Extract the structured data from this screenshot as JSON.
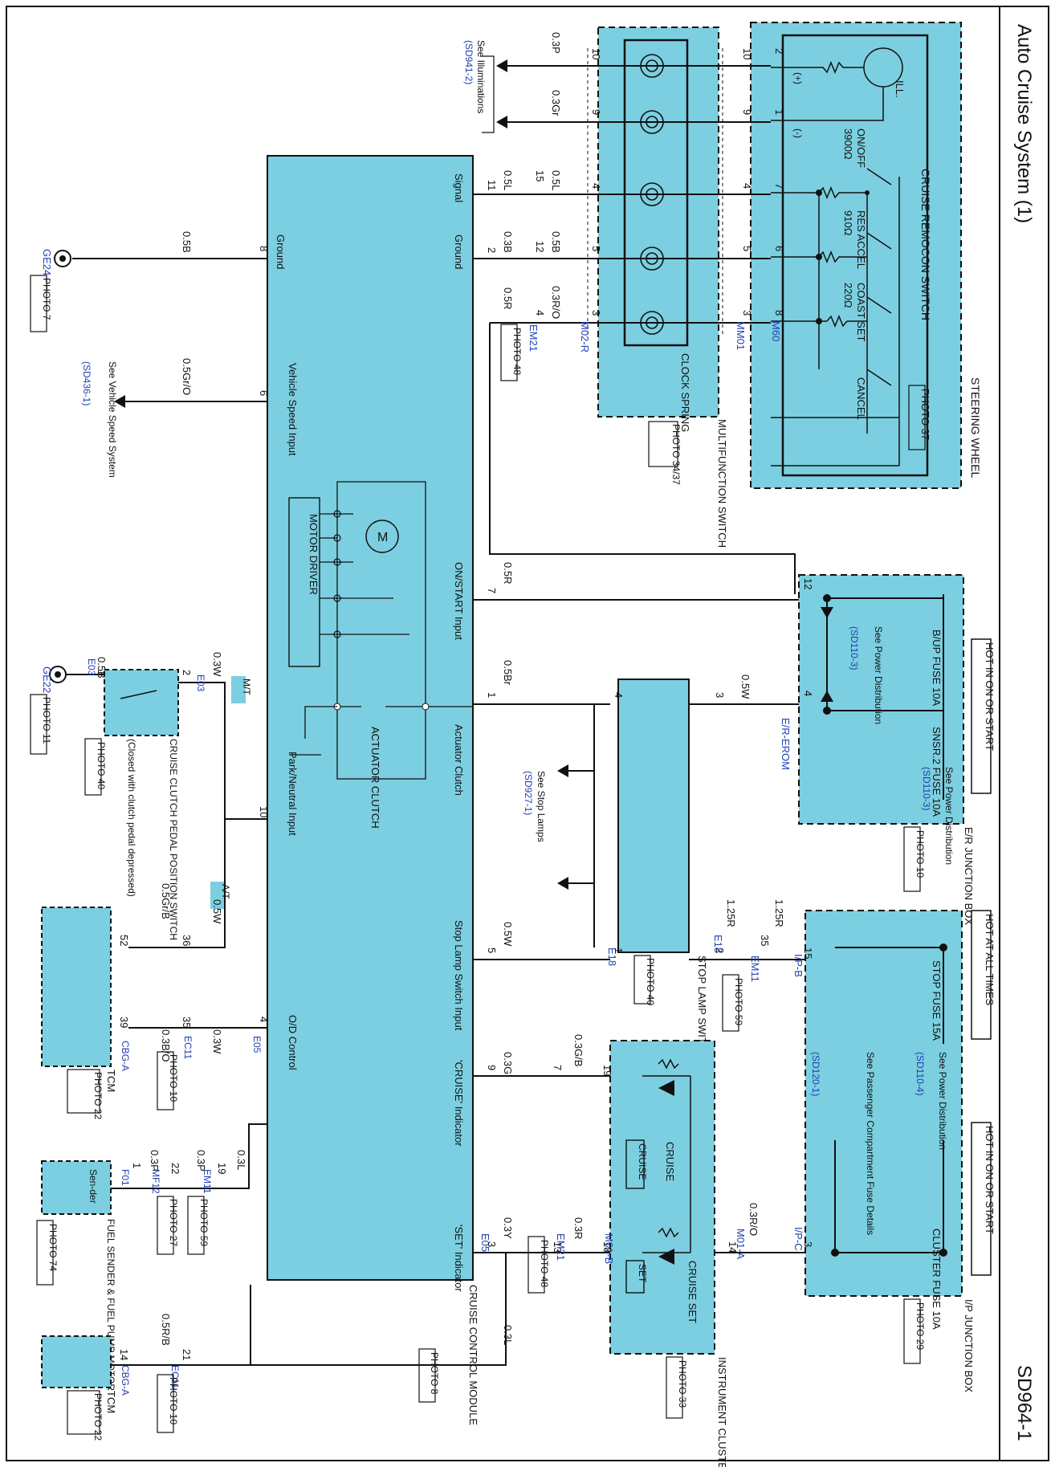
{
  "title": "Auto Cruise System (1)",
  "sheet_code": "SD964-1",
  "header": {
    "hot_on_or_start_a": "HOT IN ON OR START",
    "hot_at_all_times": "HOT AT ALL TIMES",
    "hot_on_or_start_b": "HOT IN ON OR START"
  },
  "modules": {
    "steering_wheel": "STEERING WHEEL",
    "remocon_switch": "CRUISE REMOCON SWITCH",
    "remocon_photo": "PHOTO 37",
    "multifunction_switch": "MULTIFUNCTION SWITCH",
    "multifunction_photo": "PHOTO 34/37",
    "clock_spring": "CLOCK SPRING",
    "er_junction_box": "E/R JUNCTION BOX",
    "er_junction_photo": "PHOTO 10",
    "ip_junction_box": "I/P JUNCTION BOX",
    "ip_junction_photo": "PHOTO 29",
    "instrument_cluster": "INSTRUMENT CLUSTER",
    "instrument_photo": "PHOTO 33",
    "stop_lamp_switch": "STOP LAMP SWITCH",
    "stop_lamp_photo": "PHOTO 40",
    "cruise_control_module": "CRUISE CONTROL MODULE",
    "ccm_photo": "PHOTO 8",
    "clutch_switch": "CRUISE CLUTCH PEDAL POSITION SWITCH",
    "clutch_switch_note": "(Closed with clutch pedal depressed)",
    "clutch_photo": "PHOTO 40",
    "tcm": "TCM",
    "tcm_photo": "PHOTO 22",
    "fuel_sender": "FUEL SENDER & FUEL PUMP MOTOR",
    "fuel_photo": "PHOTO 74",
    "sender": "Sen-der",
    "motor_driver": "MOTOR DRIVER",
    "actuator_clutch": "ACTUATOR CLUTCH",
    "motor": "M"
  },
  "switch_labels": {
    "ill": "ILL.",
    "plus": "(+)",
    "minus": "(-)",
    "on_off": "ON/OFF",
    "r_on_off": "3900Ω",
    "res_accel": "RES ACCEL",
    "r_res": "910Ω",
    "coast_set": "COAST SET",
    "r_coast": "220Ω",
    "cancel": "CANCEL"
  },
  "fuses": {
    "bup": "B/UP FUSE 10A",
    "snsr2": "SNSR.2 FUSE 10A",
    "stop": "STOP FUSE 15A",
    "cluster": "CLUSTER FUSE 10A"
  },
  "references": {
    "power_dist_sd1103a": "See Power Distribution",
    "sd1103a": "(SD110-3)",
    "power_dist_sd1103b": "See Power Distribution",
    "sd1103b": "(SD110-3)",
    "power_dist_sd1104": "See Power Distribution",
    "sd1104": "(SD110-4)",
    "pass_comp": "See Passenger Compartment Fuse Details",
    "sd1201": "(SD120-1)",
    "illuminations": "See Illuminations",
    "sd9412": "(SD941-2)",
    "vehicle_speed": "See Vehicle Speed System",
    "sd4361": "(SD436-1)",
    "stop_lamps": "See Stop Lamps",
    "sd9271": "(SD927-1)"
  },
  "ccm_pins": {
    "signal": "Signal",
    "ground_a": "Ground",
    "ground_b": "Ground",
    "vehicle_speed_input": "Vehicle Speed Input",
    "on_start_input": "ON/START Input",
    "actuator_clutch": "Actuator Clutch",
    "park_neutral": "Park/Neutral Input",
    "stop_lamp_input": "Stop Lamp Switch Input",
    "od_control": "O/D Control",
    "cruise_indicator": "'CRUISE' Indicator",
    "set_indicator": "'SET' Indicator"
  },
  "connectors": {
    "m60": "M60",
    "mm01": "MM01",
    "m02r": "M02-R",
    "em21a": "EM21",
    "em21a_photo": "PHOTO 48",
    "er_erom": "E/R-EROM",
    "e18a": "E18",
    "e18b": "E18",
    "em11a": "EM11",
    "em11a_photo": "PHOTO 59",
    "ipb": "I/P-B",
    "ipc": "I/P-C",
    "m01a": "M01-A",
    "m01b": "M01-B",
    "em21b": "EM21",
    "em21b_photo": "PHOTO 48",
    "e05a": "E05",
    "e05b": "E05",
    "e03a": "E03",
    "e03b": "E03",
    "ec11a": "EC11",
    "ec11a_photo": "PHOTO 10",
    "cbga": "CBG-A",
    "ec11b": "EC11",
    "ec11b_photo": "PHOTO 10",
    "cbgb": "CBG-A",
    "em11b": "EM11",
    "em11b_photo": "PHOTO 59",
    "mf12": "MF12",
    "mf12_photo": "PHOTO 27",
    "f01": "F01",
    "ge24": "GE24",
    "ge24_photo": "PHOTO 7",
    "ge22": "GE22",
    "ge22_photo": "PHOTO 11",
    "mt": "M/T",
    "at": "A/T"
  },
  "indicators": {
    "cruise_title": "CRUISE",
    "cruise_box": "CRUISE",
    "set_title": "CRUISE SET",
    "set_box": "SET"
  },
  "wires": {
    "w03p": "0.3P",
    "w03gr": "0.3Gr",
    "w05l_a": "0.5L",
    "w05l_b": "0.5L",
    "w05b_a": "0.5B",
    "w03b": "0.3B",
    "w05b_b": "0.5B",
    "w05r_a": "0.5R",
    "w03ro": "0.3R/O",
    "w05gro": "0.5Gr/O",
    "w05r_b": "0.5R",
    "w05br": "0.5Br",
    "w05w_a": "0.5W",
    "w03w_a": "0.3W",
    "w05b_c": "0.5B",
    "w05grb": "0.5Gr/B",
    "w05w_b": "0.5W",
    "w05w_c": "0.5W",
    "w125r_a": "1.25R",
    "w125r_b": "1.25R",
    "w03bo": "0.3B/O",
    "w03w_b": "0.3W",
    "w03g": "0.3G",
    "w03gb": "0.3G/B",
    "w03y": "0.3Y",
    "w03r": "0.3R",
    "w03ro_b": "0.3R/O",
    "w03l_a": "0.3L",
    "w03p_b": "0.3P",
    "w03p_c": "0.3P",
    "w05rb": "0.5R/B",
    "w03l_b": "0.3L"
  },
  "pins": {
    "p10a": "10",
    "p9a": "9",
    "p11": "11",
    "p15a": "15",
    "p4a": "4",
    "p2a": "2",
    "p12a": "12",
    "p5a": "5",
    "p4b": "4",
    "p3a": "3",
    "p10b": "10",
    "p9b": "9",
    "p4c": "4",
    "p5b": "5",
    "p3b": "3",
    "p2b": "2",
    "p1a": "1",
    "p7a": "7",
    "p6a": "6",
    "p8a": "8",
    "p8b": "8",
    "p6b": "6",
    "p7b": "7",
    "p1b": "1",
    "p10c": "10",
    "p5c": "5",
    "p4d": "4",
    "p9c": "9",
    "p3c": "3",
    "p12b": "12",
    "p4e": "4",
    "p4f": "4",
    "p3d": "3",
    "p1c": "1",
    "p2c": "2",
    "p35a": "35",
    "p15b": "15",
    "p3e": "3",
    "p14": "14",
    "p18": "18",
    "p13": "13",
    "p19": "19",
    "p7c": "7",
    "p2d": "2",
    "p1d": "1",
    "p36": "36",
    "p52": "52",
    "p35b": "35",
    "p39": "39",
    "p19b": "19",
    "p22": "22",
    "p1e": "1",
    "p21": "21",
    "p14b": "14"
  }
}
